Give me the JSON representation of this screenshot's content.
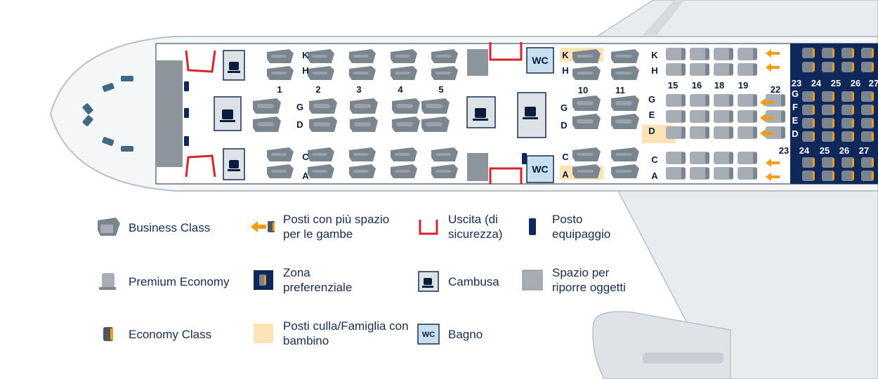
{
  "seat_letters": {
    "business_left": [
      "K",
      "H",
      "G",
      "D",
      "C",
      "A"
    ],
    "business_right": [
      "G",
      "D"
    ],
    "middle": [
      "K",
      "H",
      "G",
      "D",
      "C",
      "A"
    ],
    "rear_left": [
      "K",
      "H",
      "C",
      "A"
    ],
    "rear_mid": [
      "G",
      "E",
      "D"
    ],
    "economy_mid": [
      "G",
      "F",
      "E",
      "D"
    ]
  },
  "row_numbers": {
    "business": [
      "1",
      "2",
      "3",
      "4",
      "5"
    ],
    "business_rear": [
      "10",
      "11"
    ],
    "premium": [
      "15",
      "16",
      "18",
      "19"
    ],
    "premium_extra": [
      "22"
    ],
    "economy_top": [
      "23",
      "24",
      "25",
      "26",
      "27"
    ],
    "economy_bottom": [
      "23",
      "24",
      "25",
      "26",
      "27"
    ]
  },
  "wc_label": "WC",
  "legend": [
    {
      "id": "business",
      "text": "Business Class",
      "icon": "business-seat-icon"
    },
    {
      "id": "legroom",
      "text": "Posti con più spazio per le gambe",
      "icon": "legroom-arrow-icon"
    },
    {
      "id": "exit",
      "text": "Uscita (di sicurezza)",
      "icon": "exit-icon"
    },
    {
      "id": "crew",
      "text": "Posto equipaggio",
      "icon": "crew-seat-icon"
    },
    {
      "id": "premium",
      "text": "Premium Economy",
      "icon": "premium-seat-icon"
    },
    {
      "id": "preferred",
      "text": "Zona preferenziale",
      "icon": "preferred-zone-icon"
    },
    {
      "id": "galley",
      "text": "Cambusa",
      "icon": "galley-cup-icon"
    },
    {
      "id": "storage",
      "text": "Spazio per riporre oggetti",
      "icon": "storage-icon"
    },
    {
      "id": "economy",
      "text": "Economy Class",
      "icon": "economy-seat-icon"
    },
    {
      "id": "family",
      "text": "Posti culla/Famiglia con bambino",
      "icon": "family-seat-icon"
    },
    {
      "id": "wc",
      "text": "Bagno",
      "icon": "wc-icon"
    }
  ],
  "colors": {
    "navy": "#0a1d3d",
    "seat_gray": "#7b858f",
    "orange": "#f39c12",
    "exit_red": "#d5232f",
    "family_beige": "#fde3b5",
    "wc_blue": "#c8dff0",
    "preferred_navy": "#10275a"
  }
}
